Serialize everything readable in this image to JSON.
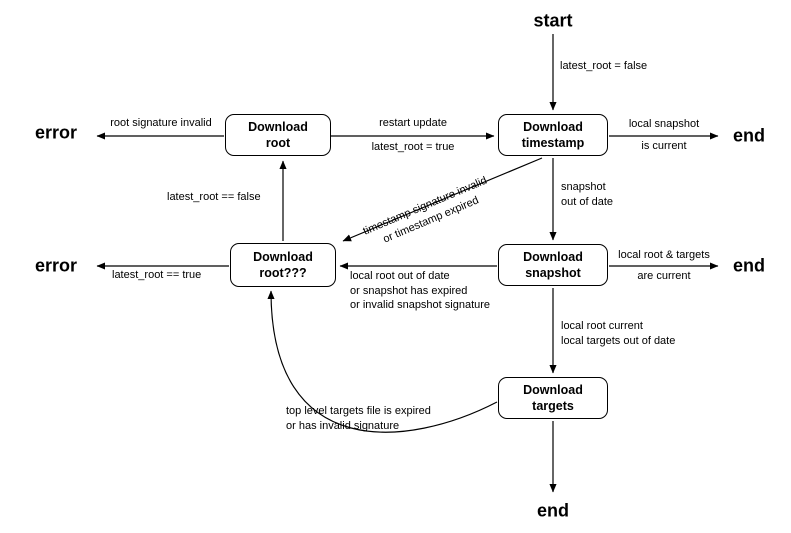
{
  "colors": {
    "background": "#ffffff",
    "line": "#000000",
    "text": "#000000"
  },
  "terminals": {
    "start": "start",
    "end": "end",
    "error": "error"
  },
  "nodes": {
    "download_root": "Download\nroot",
    "download_timestamp": "Download\ntimestamp",
    "download_snapshot": "Download\nsnapshot",
    "download_root_again": "Download\nroot???",
    "download_targets": "Download\ntargets"
  },
  "edge_labels": {
    "start_to_timestamp": "latest_root = false",
    "timestamp_to_end_line1": "local snapshot",
    "timestamp_to_end_line2": "is current",
    "root_to_timestamp_line1": "restart update",
    "root_to_timestamp_line2": "latest_root = true",
    "root_to_error": "root signature invalid",
    "timestamp_to_root_again": "timestamp signature invalid\nor timestamp expired",
    "timestamp_to_snapshot": "snapshot\nout of date",
    "snapshot_to_end_line1": "local root & targets",
    "snapshot_to_end_line2": "are current",
    "snapshot_to_root_again": "local root out of date\nor snapshot has expired\nor invalid snapshot signature",
    "root_again_to_root": "latest_root == false",
    "root_again_to_error": "latest_root == true",
    "snapshot_to_targets": "local root current\nlocal targets out of date",
    "targets_to_root_again": "top level targets file is expired\nor has invalid signature"
  }
}
